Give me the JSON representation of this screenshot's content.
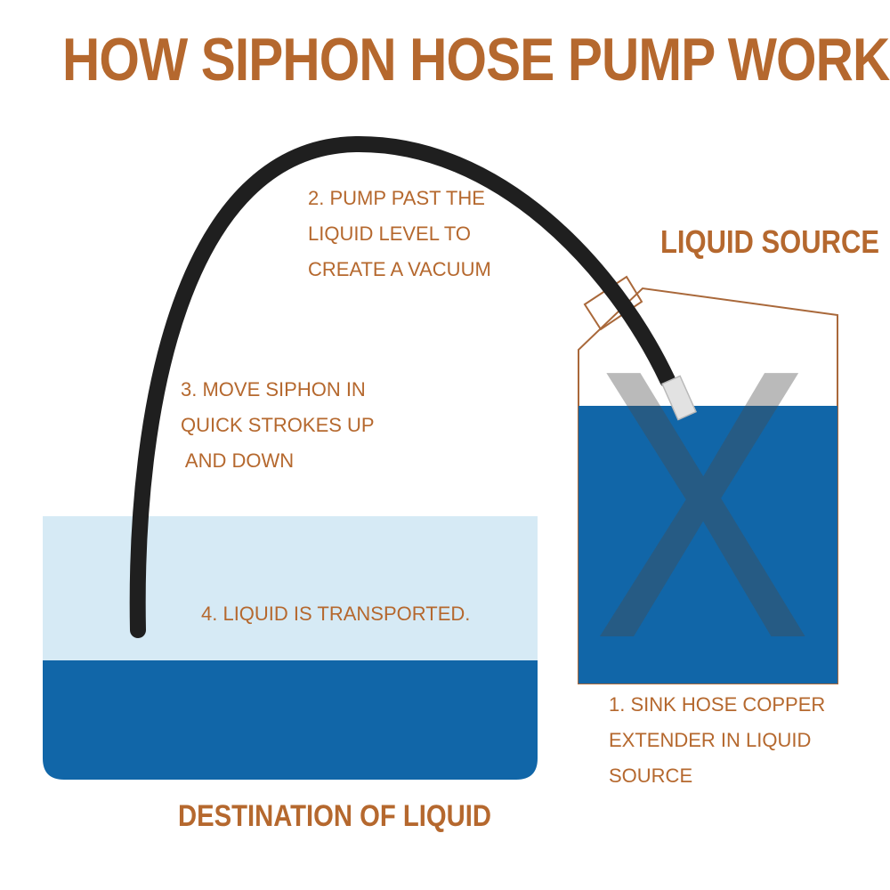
{
  "title": "HOW SIPHON HOSE PUMP WORKS",
  "labels": {
    "liquid_source": "LIQUID SOURCE",
    "destination": "DESTINATION OF LIQUID"
  },
  "steps": {
    "step1": [
      "1. SINK HOSE COPPER",
      "EXTENDER IN LIQUID",
      "SOURCE"
    ],
    "step2": [
      "2. PUMP PAST THE",
      "LIQUID LEVEL TO",
      "CREATE A VACUUM"
    ],
    "step3": [
      "3. MOVE SIPHON IN",
      "QUICK STROKES UP",
      " AND DOWN"
    ],
    "step4": "4. LIQUID IS TRANSPORTED."
  },
  "watermark": "X",
  "colors": {
    "accent": "#b5682e",
    "liquid_dark": "#1166a8",
    "liquid_light": "#d6eaf5",
    "hose": "#1f1f1f",
    "outline": "#a9683a"
  }
}
